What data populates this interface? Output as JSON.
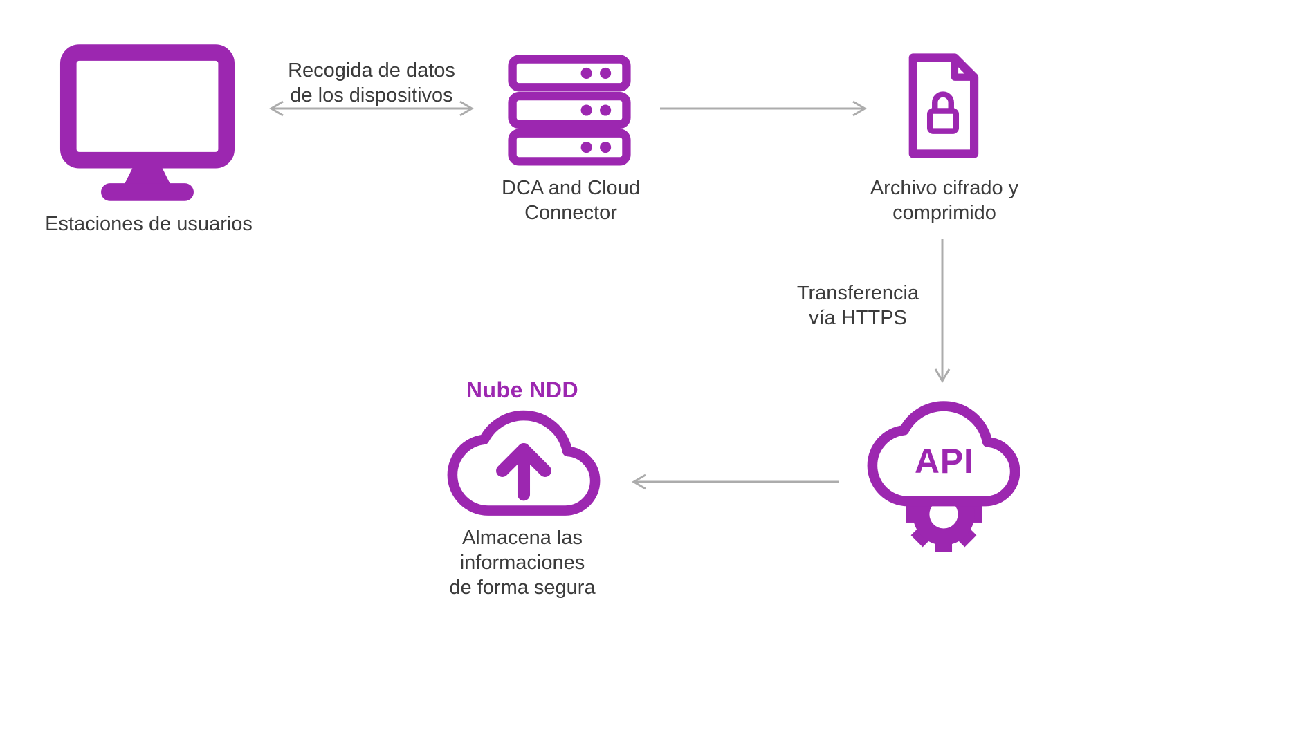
{
  "colors": {
    "purple": "#9C27B0",
    "arrow_gray": "#ACACAC",
    "text": "#3B3B3B",
    "background": "#FFFFFF"
  },
  "nodes": {
    "workstation": {
      "label": "Estaciones de usuarios",
      "icon": "desktop-monitor-icon"
    },
    "connector": {
      "label": "DCA and Cloud\nConnector",
      "icon": "server-stack-icon"
    },
    "encrypted_file": {
      "label": "Archivo cifrado y\ncomprimido",
      "icon": "locked-file-icon"
    },
    "api_cloud": {
      "label": "API",
      "icon": "cloud-gear-icon"
    },
    "ndd_cloud": {
      "title": "Nube NDD",
      "label": "Almacena las informaciones\nde forma segura",
      "icon": "cloud-upload-icon"
    }
  },
  "edges": {
    "device_data": {
      "label": "Recogida de datos\nde los dispositivos",
      "direction": "bidirectional"
    },
    "connector_to_file": {
      "direction": "right"
    },
    "https_transfer": {
      "label": "Transferencia\nvía HTTPS",
      "direction": "down"
    },
    "api_to_ndd_cloud": {
      "direction": "left"
    }
  }
}
